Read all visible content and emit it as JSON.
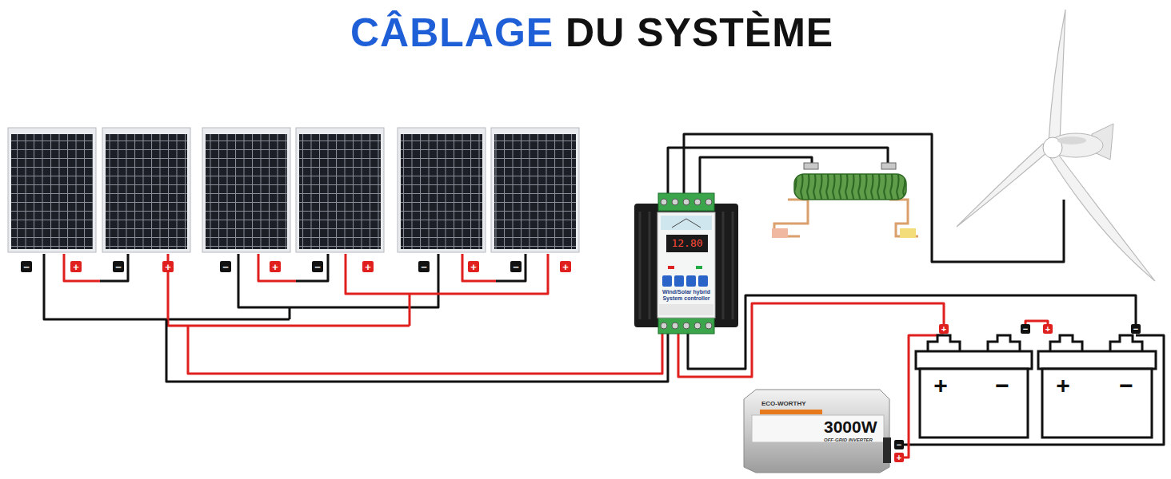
{
  "diagram": {
    "title": "CÂBLAGE DU SYSTÈME",
    "nodes": [
      {
        "text": [
          "12.80",
          "Wind/Solar hybrid System controller"
        ]
      },
      {
        "text": [
          "ECO-WORTHY",
          "3000W",
          "OFF-GRID INVERTER"
        ]
      }
    ],
    "labels": [
      "−",
      "+",
      "−",
      "+",
      "−",
      "+",
      "−",
      "+",
      "−",
      "+",
      "−",
      "+",
      "+",
      "−",
      "+",
      "−",
      "−",
      "+",
      "+",
      "−",
      "+",
      "−"
    ]
  }
}
